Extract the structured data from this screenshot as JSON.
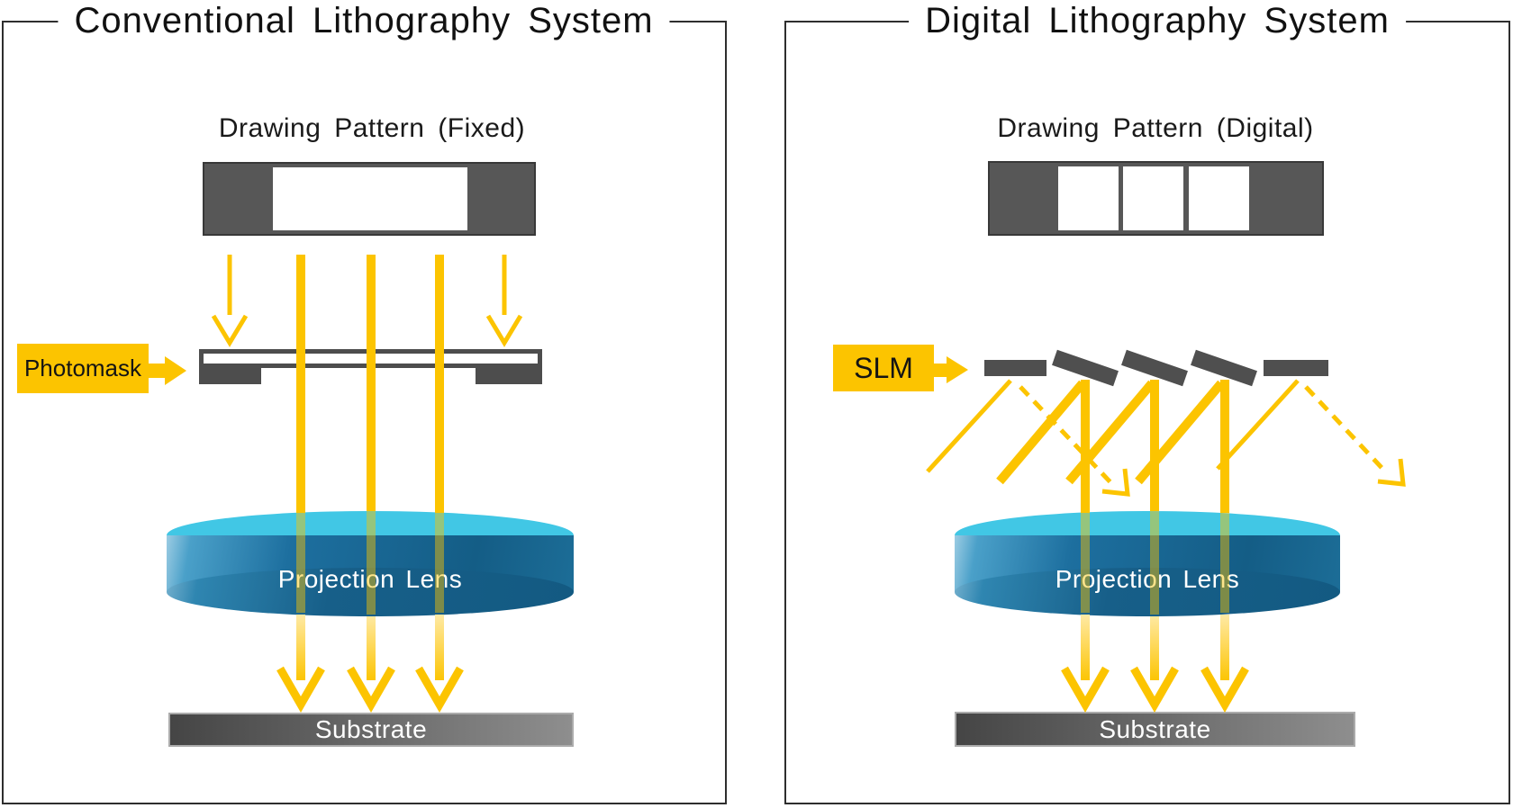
{
  "figure": {
    "type": "comparison-diagram",
    "left_panel": {
      "title": "Conventional Lithography System",
      "pattern_label": "Drawing Pattern (Fixed)",
      "pattern_cells": [
        "opaque",
        "clear",
        "opaque"
      ],
      "mask_label": "Photomask",
      "lens_label": "Projection Lens",
      "substrate_label": "Substrate"
    },
    "right_panel": {
      "title": "Digital Lithography System",
      "pattern_label": "Drawing Pattern (Digital)",
      "pattern_cells": [
        "opaque",
        "clear",
        "clear",
        "clear",
        "opaque"
      ],
      "modulator_label": "SLM",
      "lens_label": "Projection Lens",
      "substrate_label": "Substrate"
    },
    "colors": {
      "beam_yellow": "#FCC400",
      "element_gray": "#4F4F4F",
      "pattern_gray": "#575757",
      "lens_top_cyan": "#41C7E5",
      "lens_body_blue": "#15618A",
      "substrate_dark": "#454545",
      "substrate_light": "#8E8E8E",
      "text_black": "#111111",
      "text_white": "#FFFFFF"
    }
  }
}
